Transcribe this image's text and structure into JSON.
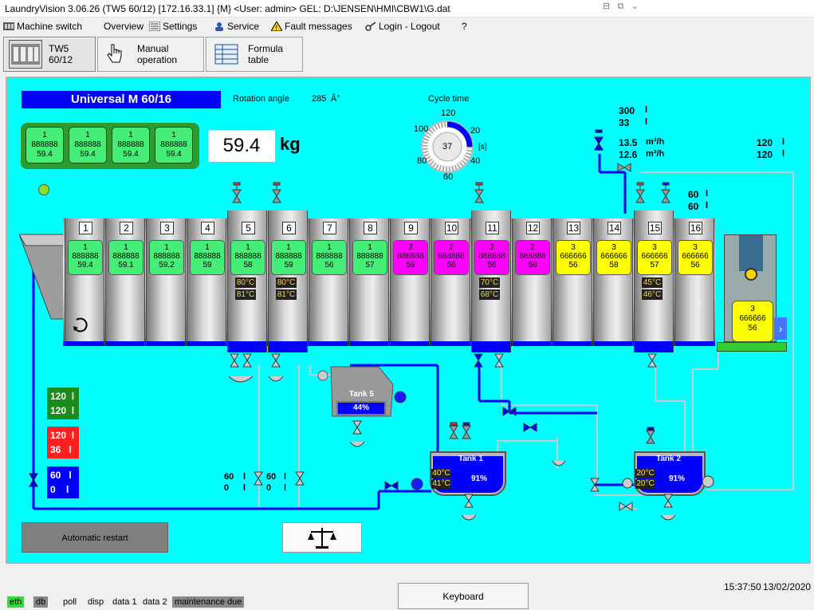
{
  "window": {
    "title": "LaundryVision 3.06.26 (TW5 60/12) [172.16.33.1] {M} <User: admin>   GEL: D:\\JENSEN\\HMI\\CBW1\\G.dat"
  },
  "menu": {
    "machine_switch": "Machine switch",
    "overview": "Overview",
    "settings": "Settings",
    "service": "Service",
    "fault": "Fault messages",
    "login": "Login - Logout",
    "help": "?"
  },
  "tabs": {
    "tw5": "TW5 60/12",
    "manual": "Manual operation",
    "formula": "Formula table"
  },
  "main": {
    "machine_title": "Universal M 60/16",
    "rotation_label": "Rotation angle",
    "rotation_value": "285",
    "rotation_unit": "Â°",
    "cycle_label": "Cycle time",
    "cycle_value": "37",
    "cycle_unit": "[s]",
    "dial": [
      "120",
      "100",
      "20",
      "80",
      "40",
      "60"
    ],
    "weight": "59.4",
    "weight_unit": "kg",
    "load_cells": [
      {
        "a": "1",
        "b": "888888",
        "c": "59.4"
      },
      {
        "a": "1",
        "b": "888888",
        "c": "59.4"
      },
      {
        "a": "1",
        "b": "888888",
        "c": "59.4"
      },
      {
        "a": "1",
        "b": "888888",
        "c": "59.4"
      }
    ],
    "water_top": {
      "v1": "300",
      "v2": "33",
      "u": "l",
      "f1": "13.5",
      "f2": "12.6",
      "fu": "m³/h",
      "r1": "120",
      "r2": "120",
      "ru": "l"
    },
    "water_c15": {
      "v1": "60",
      "v2": "60",
      "u": "l"
    },
    "compartments": [
      {
        "n": "1",
        "a": "1",
        "b": "888888",
        "c": "59.4",
        "color": "#44ee77"
      },
      {
        "n": "2",
        "a": "1",
        "b": "888888",
        "c": "59.1",
        "color": "#44ee77"
      },
      {
        "n": "3",
        "a": "1",
        "b": "888888",
        "c": "59.2",
        "color": "#44ee77"
      },
      {
        "n": "4",
        "a": "1",
        "b": "888888",
        "c": "59",
        "color": "#44ee77"
      },
      {
        "n": "5",
        "a": "1",
        "b": "888888",
        "c": "58",
        "color": "#44ee77"
      },
      {
        "n": "6",
        "a": "1",
        "b": "888888",
        "c": "59",
        "color": "#44ee77"
      },
      {
        "n": "7",
        "a": "1",
        "b": "888888",
        "c": "56",
        "color": "#44ee77"
      },
      {
        "n": "8",
        "a": "1",
        "b": "888888",
        "c": "57",
        "color": "#44ee77"
      },
      {
        "n": "9",
        "a": "2",
        "b": "888888",
        "c": "59",
        "color": "#ff00ff"
      },
      {
        "n": "10",
        "a": "2",
        "b": "888888",
        "c": "56",
        "color": "#ff00ff"
      },
      {
        "n": "11",
        "a": "2",
        "b": "888888",
        "c": "56",
        "color": "#ff00ff"
      },
      {
        "n": "12",
        "a": "2",
        "b": "888888",
        "c": "58",
        "color": "#ff00ff"
      },
      {
        "n": "13",
        "a": "3",
        "b": "666666",
        "c": "56",
        "color": "#ffff00"
      },
      {
        "n": "14",
        "a": "3",
        "b": "666666",
        "c": "58",
        "color": "#ffff00"
      },
      {
        "n": "15",
        "a": "3",
        "b": "666666",
        "c": "57",
        "color": "#ffff00"
      },
      {
        "n": "16",
        "a": "3",
        "b": "666666",
        "c": "56",
        "color": "#ffff00"
      }
    ],
    "temps": {
      "c5": [
        "80°C",
        "81°C"
      ],
      "c6": [
        "80°C",
        "81°C"
      ],
      "c11": [
        "70°C",
        "68°C"
      ],
      "c15": [
        "45°C",
        "46°C"
      ]
    },
    "press_cell": {
      "a": "3",
      "b": "666666",
      "c": "56"
    },
    "tank5": {
      "name": "Tank 5",
      "level": "44%"
    },
    "tank1": {
      "name": "Tank 1",
      "level": "91%",
      "t1": "40°C",
      "t2": "41°C"
    },
    "tank2": {
      "name": "Tank 2",
      "level": "91%",
      "t1": "20°C",
      "t2": "20°C"
    },
    "indicators": {
      "green": [
        "120  l",
        "120  l"
      ],
      "red": [
        "120  l",
        "36   l"
      ],
      "blue": [
        "60   l",
        "0    l"
      ]
    },
    "lower_values": {
      "a1": "60",
      "a2": "0",
      "b1": "60",
      "b2": "0",
      "u": "l"
    },
    "auto_restart": "Automatic restart",
    "green_color": "#1c8a1c",
    "red_color": "#ff2020",
    "blue_color": "#0000ff"
  },
  "statusbar": {
    "items": [
      "eth",
      "db",
      "poll",
      "disp",
      "data 1",
      "data 2",
      "maintenance due"
    ],
    "keyboard": "Keyboard",
    "time": "15:37:50",
    "date": "13/02/2020"
  }
}
